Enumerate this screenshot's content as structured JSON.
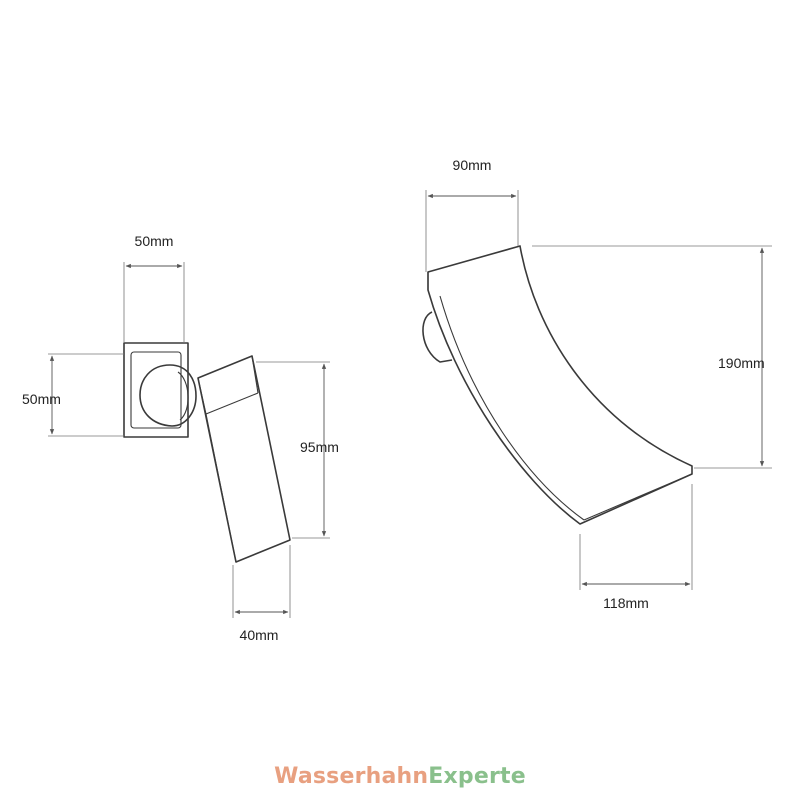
{
  "dimensions": {
    "mixer_width": "50mm",
    "mixer_height": "50mm",
    "handle_height": "95mm",
    "handle_bottom_width": "40mm",
    "spout_top_width": "90mm",
    "spout_height": "190mm",
    "spout_bottom_width": "118mm"
  },
  "watermark": {
    "part1": "Wasserhahn",
    "part2": "Experte",
    "color1": "#e8a080",
    "color2": "#8ac08c"
  }
}
